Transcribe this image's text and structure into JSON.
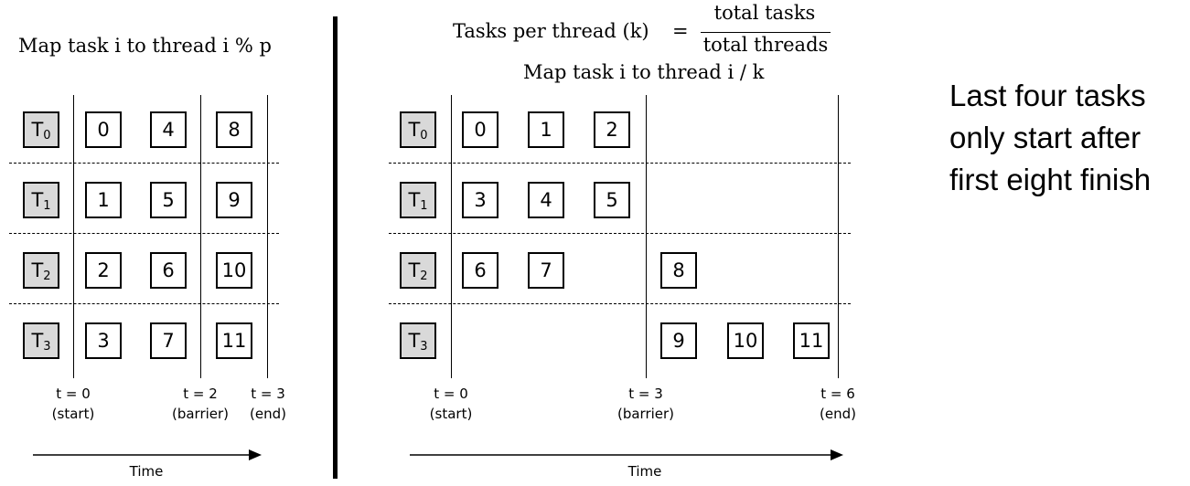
{
  "left": {
    "title": "Map task i to thread i % p",
    "threads": [
      {
        "name": "T",
        "sub": "0",
        "tasks": [
          "0",
          "4",
          "8"
        ]
      },
      {
        "name": "T",
        "sub": "1",
        "tasks": [
          "1",
          "5",
          "9"
        ]
      },
      {
        "name": "T",
        "sub": "2",
        "tasks": [
          "2",
          "6",
          "10"
        ]
      },
      {
        "name": "T",
        "sub": "3",
        "tasks": [
          "3",
          "7",
          "11"
        ]
      }
    ],
    "time_marks": [
      {
        "t": "t = 0",
        "label": "(start)"
      },
      {
        "t": "t = 2",
        "label": "(barrier)"
      },
      {
        "t": "t = 3",
        "label": "(end)"
      }
    ],
    "axis_label": "Time"
  },
  "right": {
    "formula_lhs": "Tasks per thread (k)",
    "formula_eq": "=",
    "formula_num": "total tasks",
    "formula_den": "total threads",
    "title": "Map task i to thread i / k",
    "threads": [
      {
        "name": "T",
        "sub": "0",
        "tasks": [
          "0",
          "1",
          "2"
        ]
      },
      {
        "name": "T",
        "sub": "1",
        "tasks": [
          "3",
          "4",
          "5"
        ]
      },
      {
        "name": "T",
        "sub": "2",
        "tasks": [
          "6",
          "7",
          "8"
        ]
      },
      {
        "name": "T",
        "sub": "3",
        "tasks": [
          "9",
          "10",
          "11"
        ]
      }
    ],
    "time_marks": [
      {
        "t": "t = 0",
        "label": "(start)"
      },
      {
        "t": "t = 3",
        "label": "(barrier)"
      },
      {
        "t": "t = 6",
        "label": "(end)"
      }
    ],
    "axis_label": "Time"
  },
  "note": [
    "Last four tasks",
    "only start after",
    "first eight finish"
  ]
}
